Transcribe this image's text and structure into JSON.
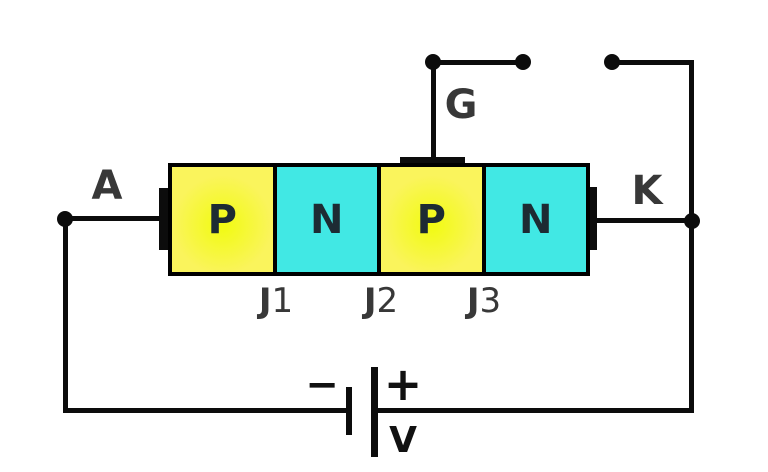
{
  "terminals": {
    "anode": "A",
    "gate": "G",
    "cathode": "K"
  },
  "device": {
    "regions": [
      {
        "label": "P"
      },
      {
        "label": "N"
      },
      {
        "label": "P"
      },
      {
        "label": "N"
      }
    ],
    "junctions": [
      {
        "prefix": "J",
        "number": "1"
      },
      {
        "prefix": "J",
        "number": "2"
      },
      {
        "prefix": "J",
        "number": "3"
      }
    ]
  },
  "battery": {
    "minus_sign": "−",
    "plus_sign": "+",
    "label": "V"
  },
  "colors": {
    "p-region": "#FAF45C",
    "p-region-glow": "#F1FB10",
    "n-region": "#41E8E4",
    "wire": "#0C0C0C",
    "terminal-text": "#383838",
    "region-text": "#1D2B33",
    "background": "#FFFFFF"
  }
}
